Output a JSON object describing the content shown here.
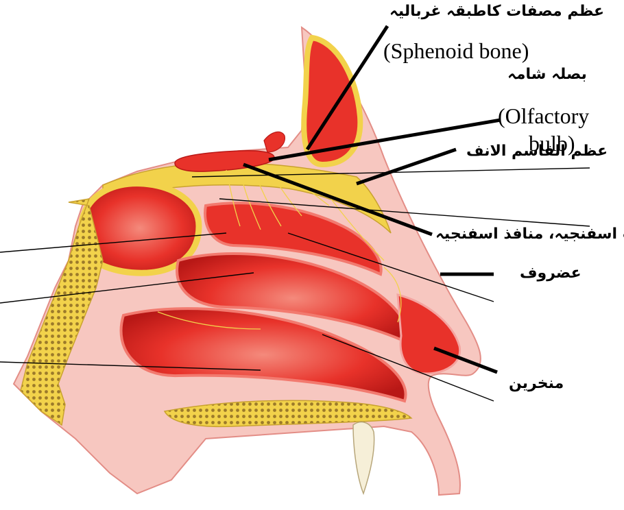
{
  "colors": {
    "tissue_red": "#e8322a",
    "tissue_light": "#f27a6f",
    "tissue_dark": "#b81816",
    "bone_yellow": "#f2d24b",
    "bone_mesh": "#9c7a2a",
    "mucosa_pink": "#f4a4a0",
    "skin_pink": "#f7c7c0",
    "leader_line": "#000000"
  },
  "labels": {
    "sphenoid_urdu": "عظم مصفات کاطبقہ غربالیہ",
    "sphenoid_english": "(Sphenoid bone)",
    "olfactory_urdu": "بصلہ شامہ",
    "olfactory_english_line1": "(Olfactory",
    "olfactory_english_line2": "bulb)",
    "septum_urdu": "عظم القاسم الانف",
    "holes_urdu": "ثقوب اسفنجیہ، منافذ اسفنجیہ",
    "cartilage_urdu": "عضروف",
    "nostril_urdu": "منخرین"
  }
}
